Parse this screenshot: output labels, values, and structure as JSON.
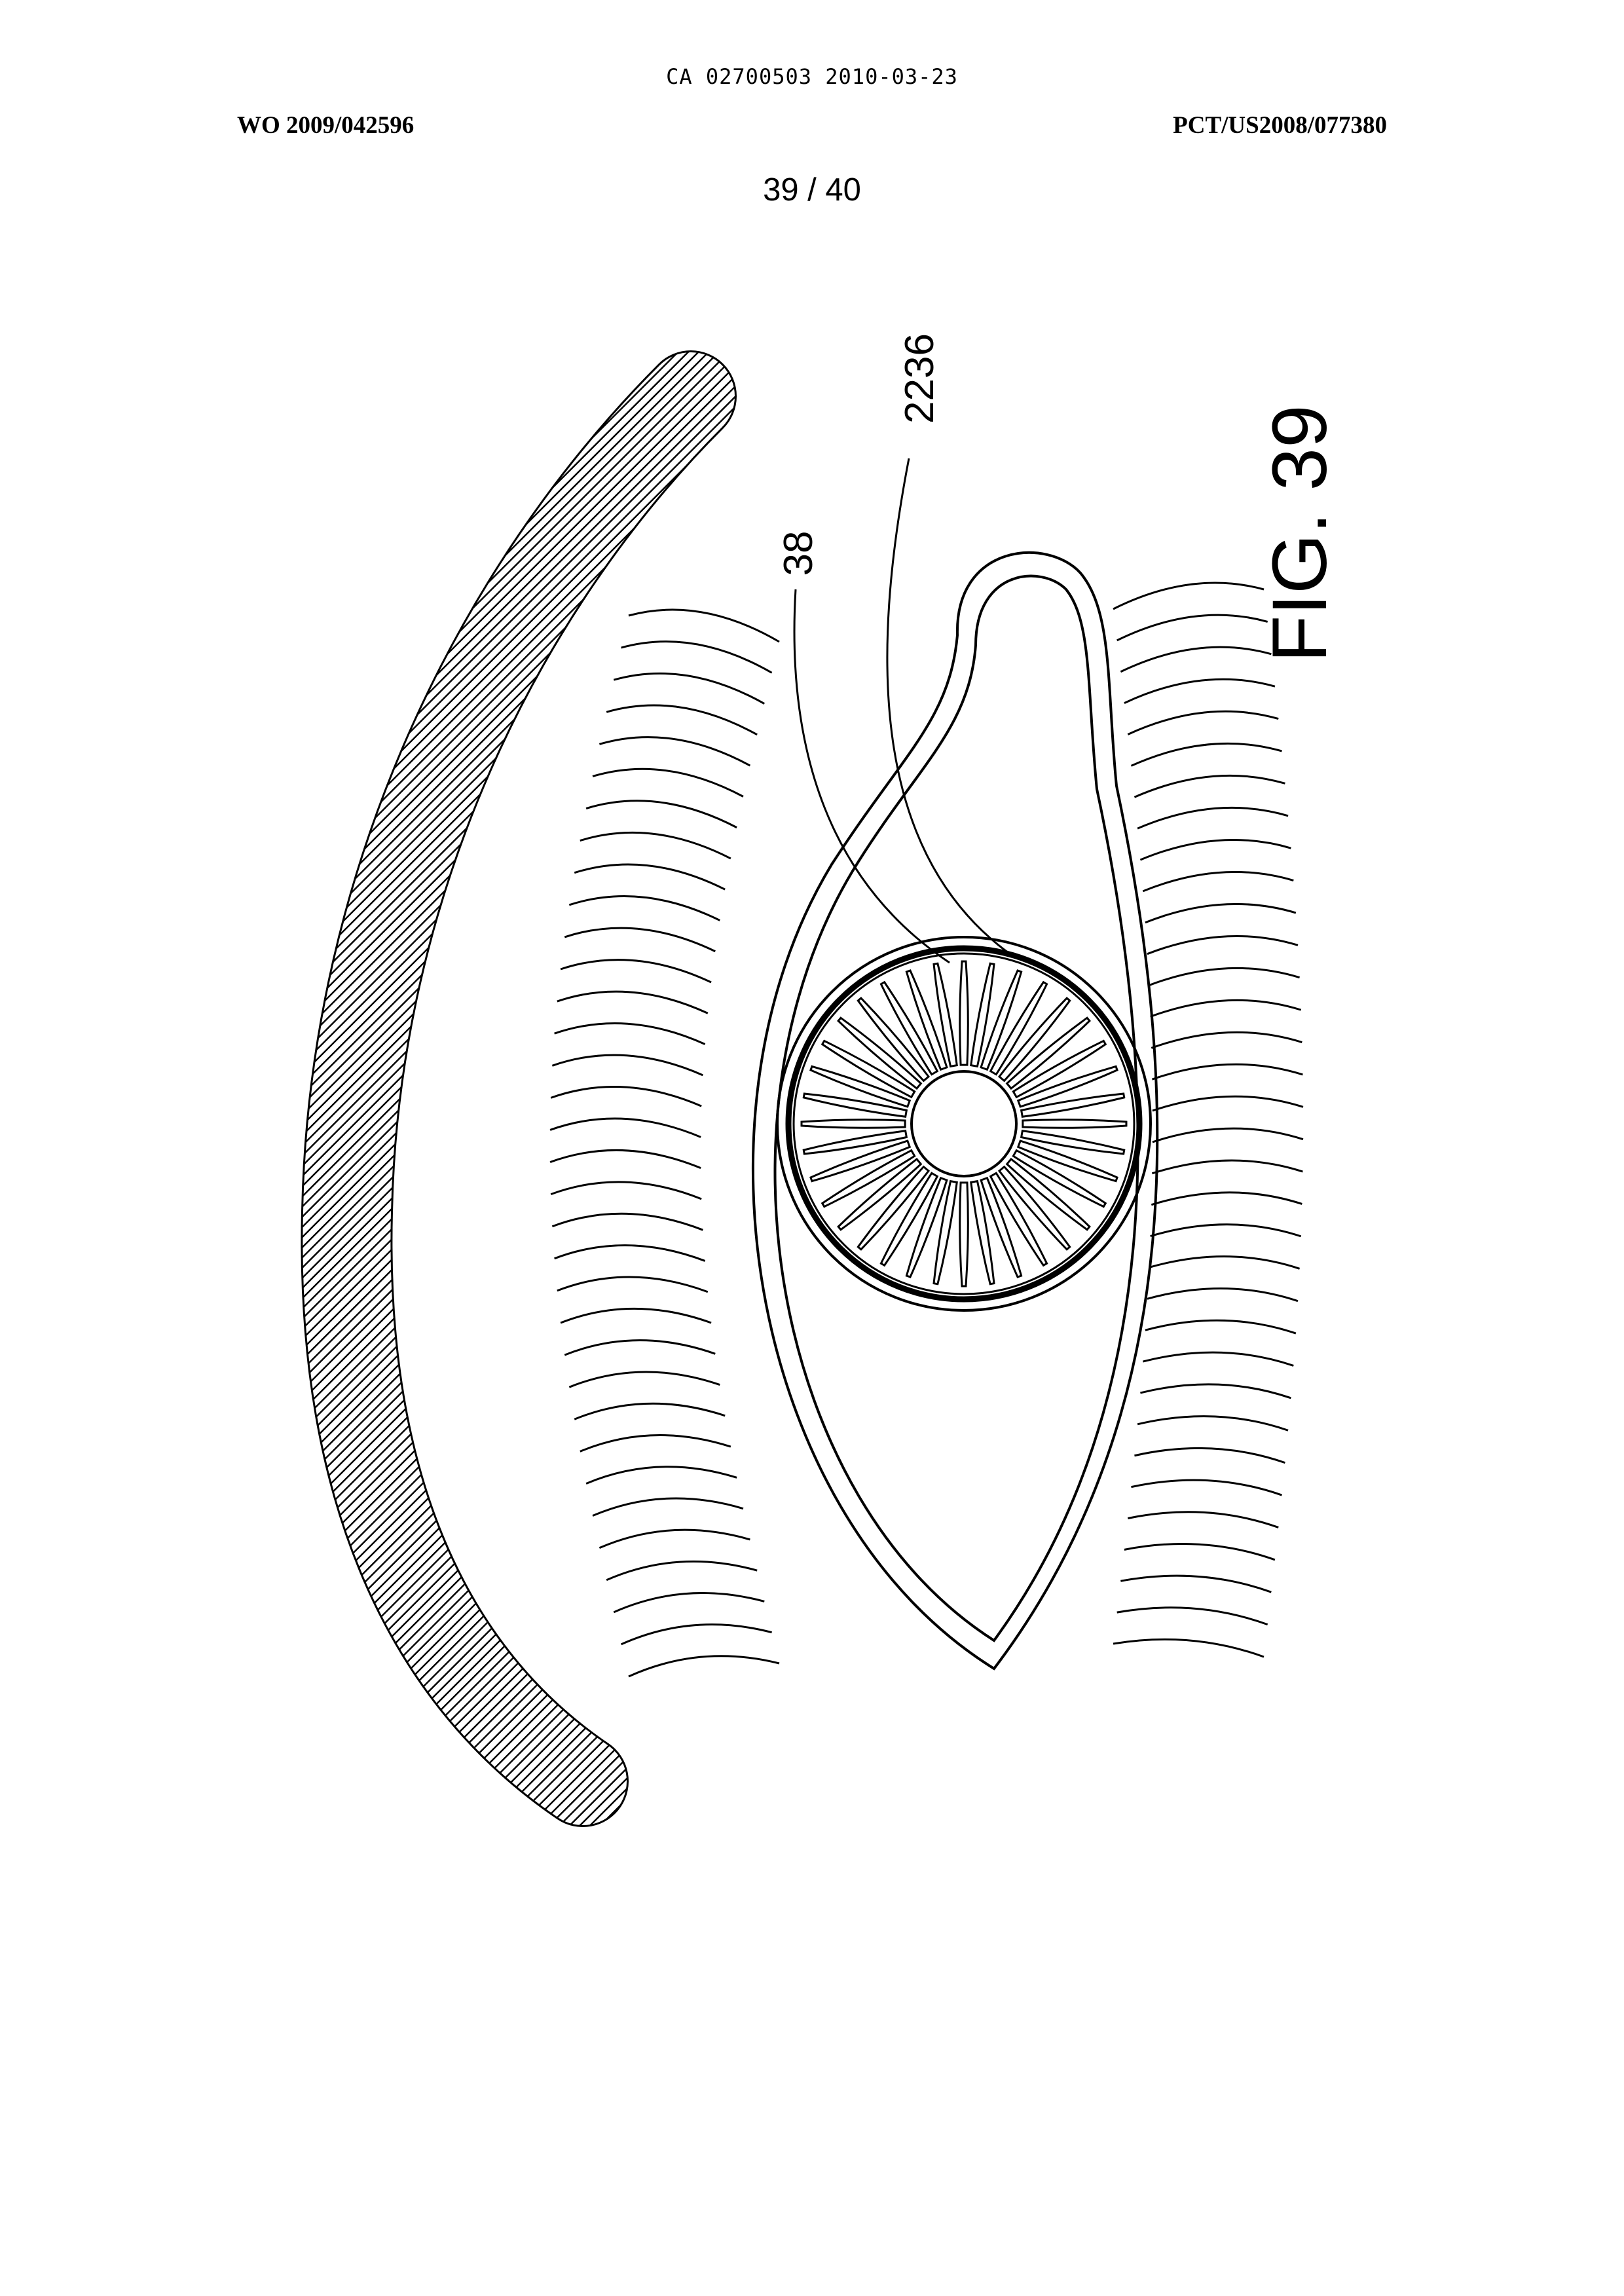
{
  "header": {
    "ca_number": "CA 02700503 2010-03-23",
    "wo_number": "WO 2009/042596",
    "pct_number": "PCT/US2008/077380",
    "page": "39 / 40"
  },
  "figure": {
    "label": "FIG. 39",
    "ref_38": "38",
    "ref_2236": "2236",
    "icons": [
      "hatched-bar-icon",
      "eye-outline-icon",
      "eyelash-icon",
      "iris-icon",
      "pupil-icon",
      "lens-ring-icon"
    ]
  },
  "colors": {
    "ink": "#000000",
    "paper": "#ffffff"
  }
}
